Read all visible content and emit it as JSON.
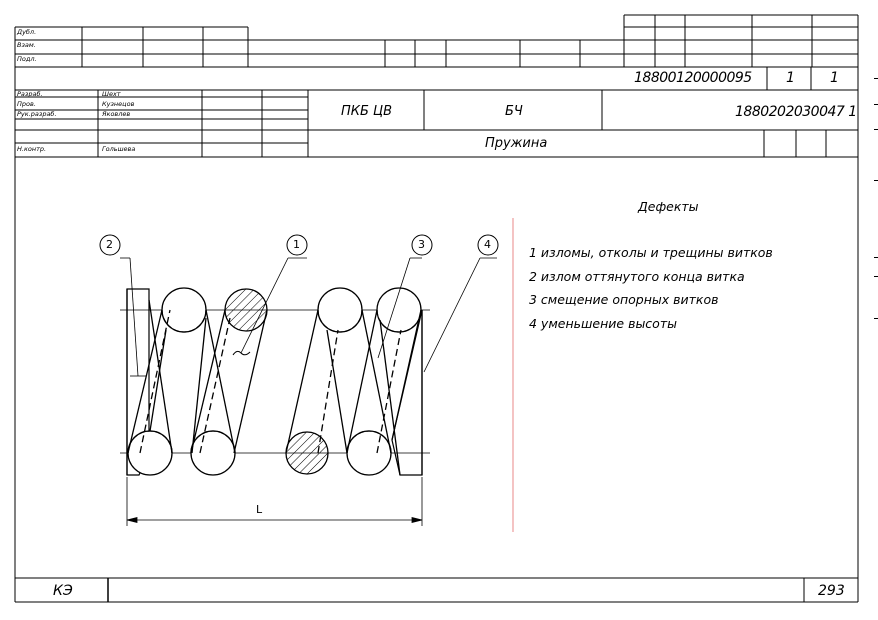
{
  "top_stamp": {
    "rows": [
      "Дубл.",
      "Взам.",
      "Подл."
    ],
    "doc_number": "18800120000095",
    "sheet": "1",
    "sheets": "1"
  },
  "title_block": {
    "roles": [
      {
        "role": "Разраб.",
        "name": "Шехт"
      },
      {
        "role": "Пров.",
        "name": "Кузнецов"
      },
      {
        "role": "Рук.разраб.",
        "name": "Яковлев"
      },
      {
        "role": "",
        "name": ""
      },
      {
        "role": "Н.контр.",
        "name": "Гольшева"
      }
    ],
    "organization": "ПКБ ЦВ",
    "code": "БЧ",
    "designation": "1880202030047 1",
    "part_name": "Пружина"
  },
  "defects": {
    "title": "Дефекты",
    "items": [
      "1  изломы, отколы и трещины витков",
      "2  излом оттянутого конца витка",
      "3  смещение опорных витков",
      "4  уменьшение высоты"
    ]
  },
  "drawing": {
    "callouts": [
      "1",
      "2",
      "3",
      "4"
    ],
    "dimension_label": "L"
  },
  "footer": {
    "doc_type": "КЭ",
    "page": "293"
  }
}
